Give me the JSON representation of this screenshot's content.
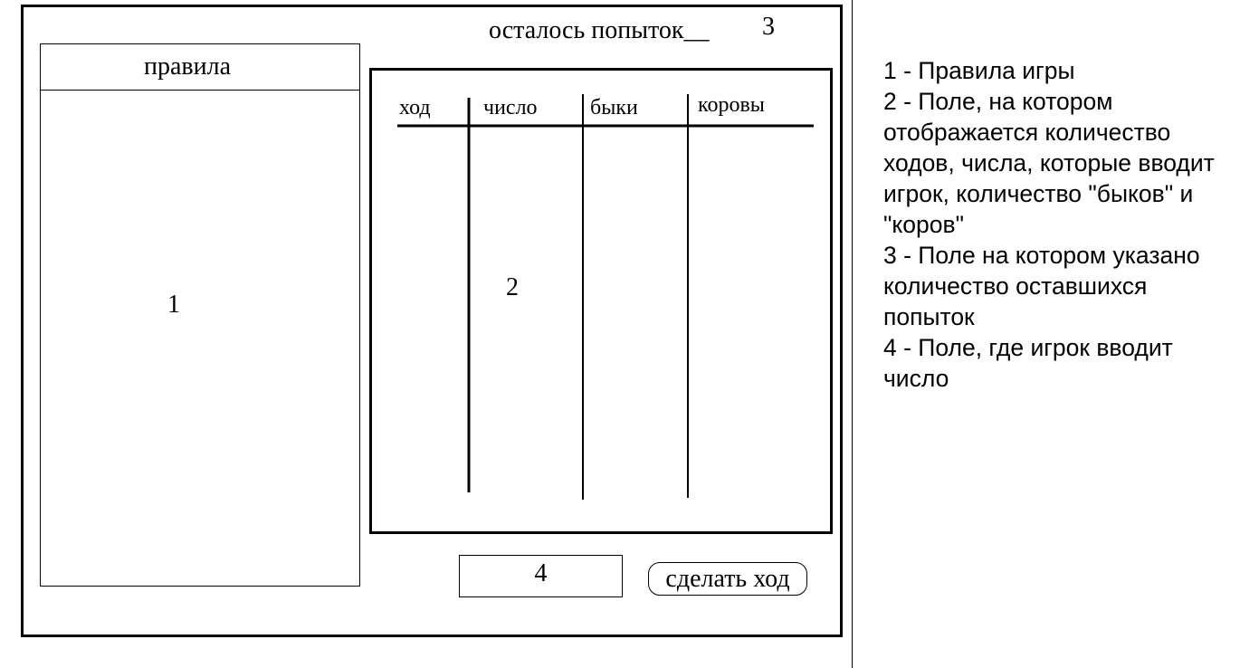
{
  "header": {
    "attempts_label": "осталось попыток__",
    "attempts_value": "3"
  },
  "rules_panel": {
    "title": "правила",
    "marker": "1"
  },
  "table_panel": {
    "columns": [
      "ход",
      "число",
      "быки",
      "коровы"
    ],
    "marker": "2"
  },
  "input": {
    "value": "4"
  },
  "make_move_button": {
    "label": "сделать ход"
  },
  "legend": {
    "lines": [
      "1 - Правила игры",
      "2 - Поле, на котором",
      "отображается количество",
      "ходов, числа, которые вводит",
      "игрок, количество \"быков\" и",
      "\"коров\"",
      "3 - Поле на котором указано",
      "количество оставшихся",
      "попыток",
      "4 - Поле, где игрок вводит",
      "число"
    ]
  }
}
